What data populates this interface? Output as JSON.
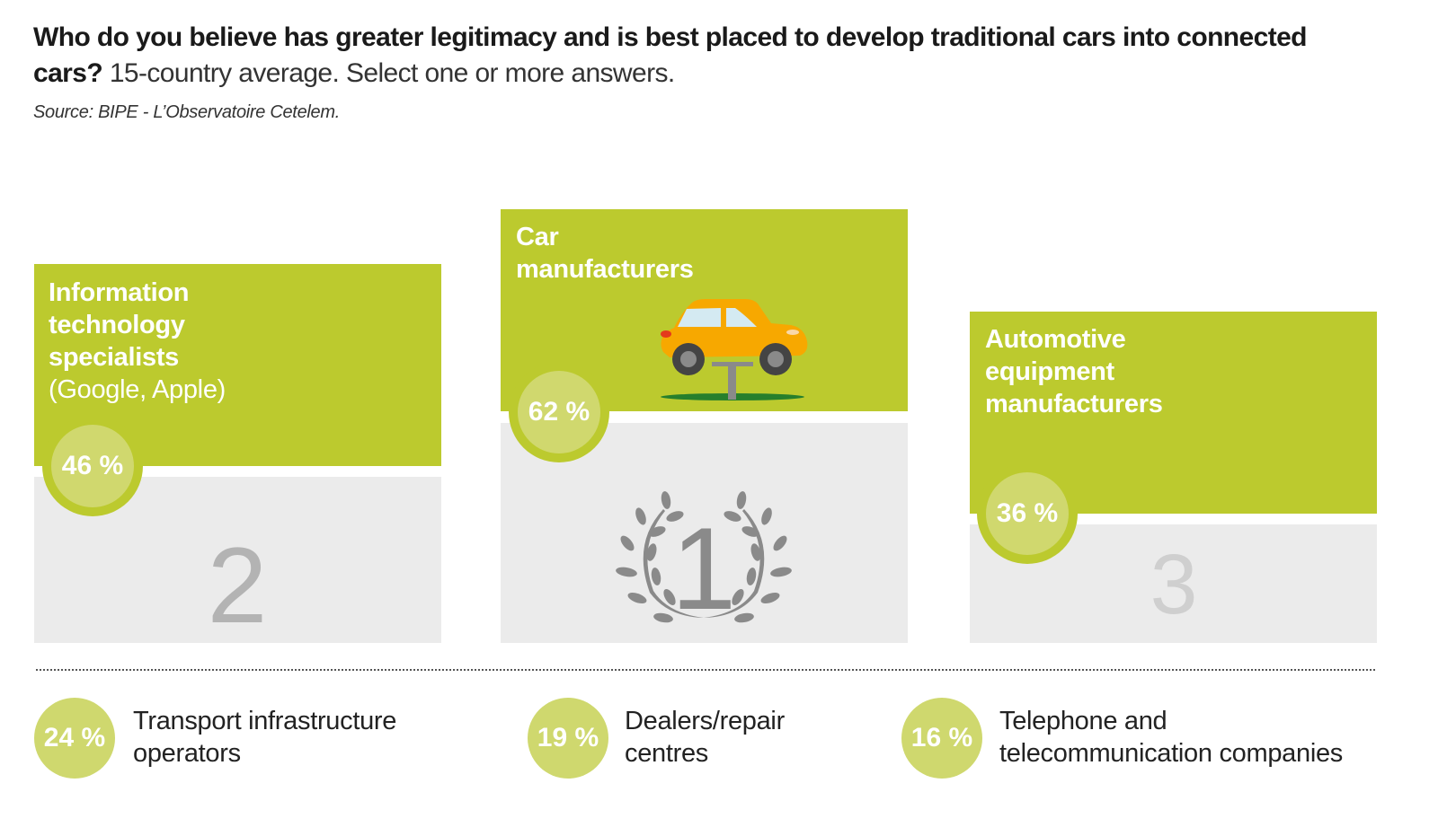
{
  "header": {
    "title_bold": "Who do you believe has greater legitimacy and is best placed to develop traditional cars into connected cars?",
    "title_sub": "15-country average. Select one or more answers.",
    "source": "Source: BIPE - L’Observatoire Cetelem."
  },
  "chart_data": {
    "type": "bar",
    "title": "Who do you believe has greater legitimacy and is best placed to develop traditional cars into connected cars?",
    "subtitle": "15-country average. Select one or more answers.",
    "unit": "%",
    "podium": [
      {
        "rank": "1",
        "label": "Car manufacturers",
        "label_lines": [
          "Car",
          "manufacturers"
        ],
        "value": 62,
        "value_label": "62 %"
      },
      {
        "rank": "2",
        "label": "Information technology specialists (Google, Apple)",
        "label_lines": [
          "Information",
          "technology",
          "specialists"
        ],
        "note": "(Google, Apple)",
        "value": 46,
        "value_label": "46 %"
      },
      {
        "rank": "3",
        "label": "Automotive equipment manufacturers",
        "label_lines": [
          "Automotive",
          "equipment",
          "manufacturers"
        ],
        "value": 36,
        "value_label": "36 %"
      }
    ],
    "others": [
      {
        "label_lines": [
          "Transport infrastructure",
          "operators"
        ],
        "value": 24,
        "value_label": "24 %"
      },
      {
        "label_lines": [
          "Dealers/repair",
          "centres"
        ],
        "value": 19,
        "value_label": "19 %"
      },
      {
        "label_lines": [
          "Telephone and",
          "telecommunication companies"
        ],
        "value": 16,
        "value_label": "16 %"
      }
    ]
  },
  "colors": {
    "green": "#bcca2e",
    "circle": "#d0d86e",
    "grey": "#ebebeb",
    "car": "#f7a800"
  }
}
